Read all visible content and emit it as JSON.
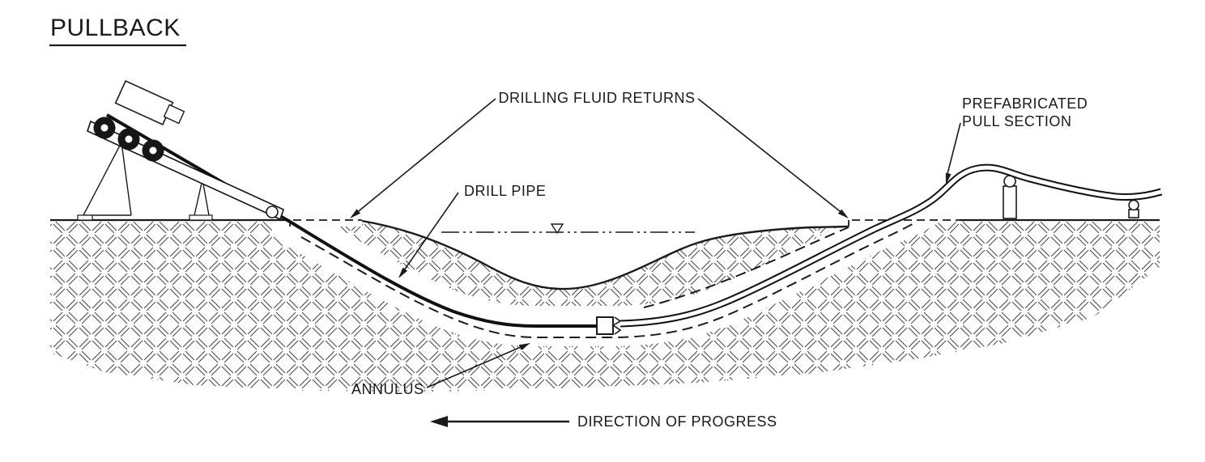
{
  "title": "PULLBACK",
  "diagram": {
    "labels": {
      "drilling_fluid_returns": "DRILLING FLUID RETURNS",
      "drill_pipe": "DRILL PIPE",
      "prefabricated_line1": "PREFABRICATED",
      "prefabricated_line2": "PULL SECTION",
      "annulus": "ANNULUS",
      "direction_of_progress": "DIRECTION OF PROGRESS"
    },
    "colors": {
      "ink": "#1a1a1a",
      "background": "#ffffff"
    }
  }
}
